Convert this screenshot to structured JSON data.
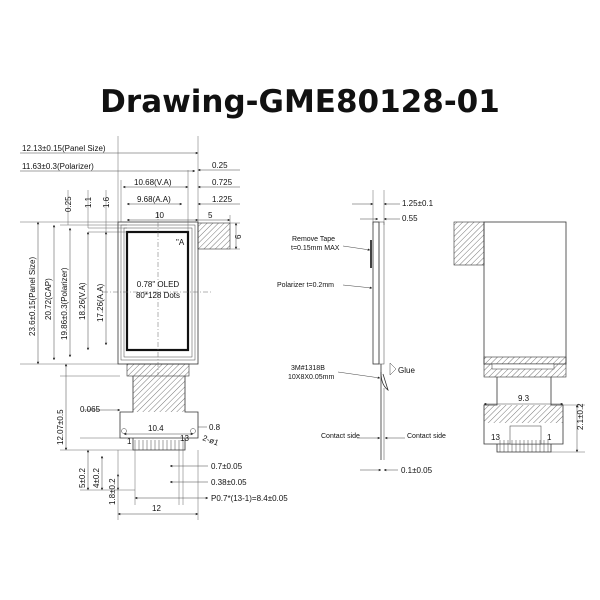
{
  "title": "Drawing-GME80128-01",
  "front": {
    "panel_size_w": "12.13±0.15(Panel Size)",
    "polarizer_w": "11.63±0.3(Polarizer)",
    "va_w": "10.68(V.A)",
    "aa_w": "9.68(A.A)",
    "ten": "10",
    "five": "5",
    "d025": "0.25",
    "d0725": "0.725",
    "d1225": "1.225",
    "six": "6",
    "v025": "0.25",
    "v11": "1.1",
    "v16": "1.6",
    "panel_size_h": "23.6±0.15(Panel Size)",
    "cap_h": "20.72(CAP)",
    "polarizer_h": "19.86±0.3(Polarizer)",
    "va_h": "18.26(V.A)",
    "aa_h": "17.26(A.A)",
    "corner_a": "\"A",
    "oled_line1": "0.78\" OLED",
    "oled_line2": "80*128 Dots",
    "d1207": "12.07±0.5",
    "d0065": "0.065",
    "d104": "10.4",
    "d08": "0.8",
    "pin1": "1",
    "pin13": "13",
    "hole": "2-ø1",
    "d07": "0.7±0.05",
    "d038": "0.38±0.05",
    "pitch": "P0.7*(13-1)=8.4±0.05",
    "d5": "5±0.2",
    "d4": "4±0.2",
    "d18": "1.8±0.2",
    "d12": "12"
  },
  "side": {
    "d125": "1.25±0.1",
    "d055": "0.55",
    "remove_tape_1": "Remove Tape",
    "remove_tape_2": "t=0.15mm MAX",
    "polarizer": "Polarizer t=0.2mm",
    "tape_3m_1": "3M#1318B",
    "tape_3m_2": "10X8X0.05mm",
    "glue": "Glue",
    "contact_left": "Contact side",
    "contact_right": "Contact side",
    "d01": "0.1±0.05"
  },
  "back": {
    "d93": "9.3",
    "d21": "2.1±0.2",
    "pin13": "13",
    "pin1": "1"
  }
}
